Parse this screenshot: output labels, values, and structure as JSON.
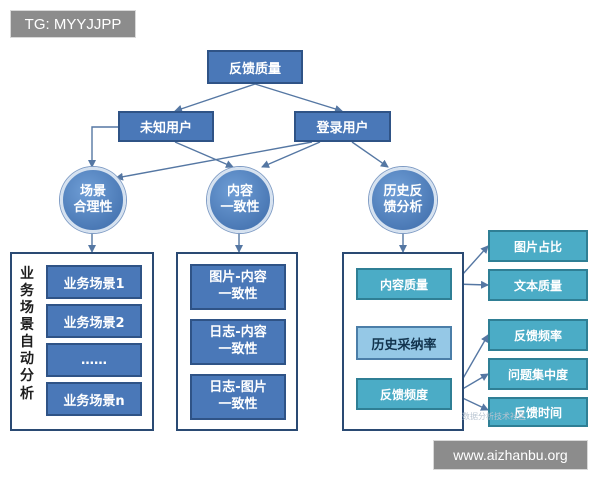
{
  "header_tag": "TG: MYYJJPP",
  "footer_url": "www.aizhanbu.org",
  "watermark": "数据分析技术社区",
  "top": "反馈质量",
  "level2": {
    "left": "未知用户",
    "right": "登录用户"
  },
  "circles": [
    {
      "line1": "场景",
      "line2": "合理性"
    },
    {
      "line1": "内容",
      "line2": "一致性"
    },
    {
      "line1": "历史反",
      "line2": "馈分析"
    }
  ],
  "left_panel": {
    "vertical_label": [
      "业",
      "务",
      "场",
      "景",
      "自",
      "动",
      "分",
      "析"
    ],
    "items": [
      "业务场景1",
      "业务场景2",
      "……",
      "业务场景n"
    ]
  },
  "mid_panel": {
    "items": [
      {
        "line1": "图片-内容",
        "line2": "一致性"
      },
      {
        "line1": "日志-内容",
        "line2": "一致性"
      },
      {
        "line1": "日志-图片",
        "line2": "一致性"
      }
    ]
  },
  "right_panel": {
    "items": [
      "内容质量",
      "历史采纳率",
      "反馈频度"
    ]
  },
  "right_leaves": {
    "content_quality": [
      "图片占比",
      "文本质量"
    ],
    "feedback_frequency": [
      "反馈频率",
      "问题集中度",
      "反馈时间"
    ]
  },
  "colors": {
    "box_blue": "#4a78b8",
    "box_teal": "#4bacc6",
    "box_light": "#95c8e6",
    "line": "#5577a3",
    "circle": "#4a78b8"
  }
}
